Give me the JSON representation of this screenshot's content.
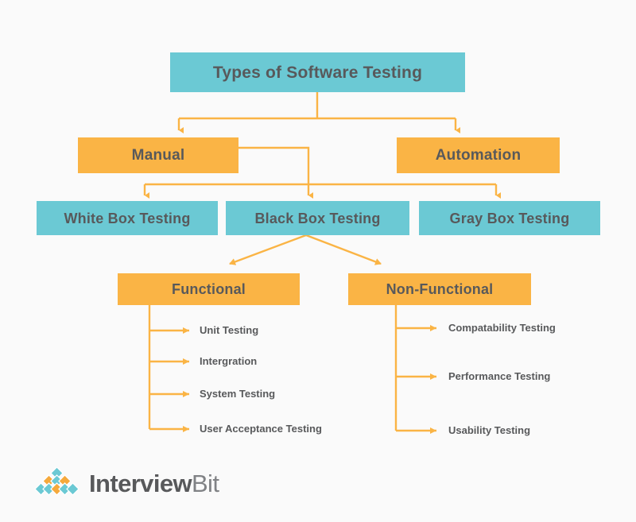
{
  "diagram": {
    "title": "Types of Software Testing",
    "colors": {
      "teal": "#6bc9d4",
      "orange": "#fab445",
      "text": "#58595b",
      "background": "#fafafa",
      "connector": "#fab445"
    },
    "root": {
      "label": "Types of Software Testing"
    },
    "level2": [
      {
        "label": "Manual"
      },
      {
        "label": "Automation"
      }
    ],
    "level3": [
      {
        "label": "White Box Testing"
      },
      {
        "label": "Black Box Testing"
      },
      {
        "label": "Gray Box Testing"
      }
    ],
    "level4": [
      {
        "label": "Functional"
      },
      {
        "label": "Non-Functional"
      }
    ],
    "functional_items": [
      {
        "label": "Unit Testing"
      },
      {
        "label": "Intergration"
      },
      {
        "label": "System Testing"
      },
      {
        "label": "User Acceptance Testing"
      }
    ],
    "nonfunctional_items": [
      {
        "label": "Compatability Testing"
      },
      {
        "label": "Performance Testing"
      },
      {
        "label": "Usability Testing"
      }
    ]
  },
  "logo": {
    "name_primary": "Interview",
    "name_secondary": "Bit"
  }
}
